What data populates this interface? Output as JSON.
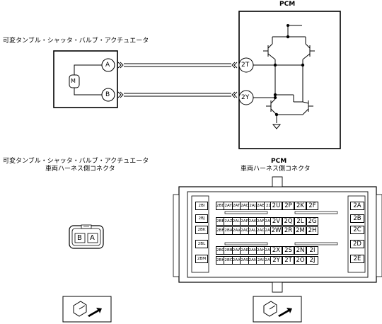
{
  "top": {
    "pcm_label": "PCM",
    "actuator_label": "可変タンブル・シャッタ・バルブ・アクチュエータ",
    "motor_symbol": "M",
    "actuator_pins": [
      "A",
      "B"
    ],
    "pcm_pins": [
      "2T",
      "2Y"
    ]
  },
  "bottom": {
    "actuator_label_line1": "可変タンブル・シャッタ・バルブ・アクチュエータ",
    "actuator_label_line2": "車両ハーネス側コネクタ",
    "pcm_label_line1": "PCM",
    "pcm_label_line2": "車両ハーネス側コネクタ",
    "small_connector_pins": [
      "B",
      "A"
    ],
    "pcm_connector": {
      "left_col": [
        "2BI",
        "2BJ",
        "2BK",
        "2BL",
        "2BM"
      ],
      "right_col": [
        "2A",
        "2B",
        "2C",
        "2D",
        "2E"
      ],
      "rows": [
        [
          "2BD",
          "2AY",
          "2AT",
          "2AO",
          "2AJ",
          "2AE",
          "2Z",
          "2U",
          "2P",
          "2K",
          "2F"
        ],
        [
          "2BE",
          "2AZ",
          "2AU",
          "2AP",
          "2AK",
          "2AF",
          "2AA",
          "2V",
          "2Q",
          "2L",
          "2G"
        ],
        [
          "2BF",
          "2BA",
          "2AV",
          "2AQ",
          "2AL",
          "2AG",
          "2AB",
          "2W",
          "2R",
          "2M",
          "2H"
        ],
        [
          "2BG",
          "2BB",
          "2AW",
          "2AR",
          "2AM",
          "2AH",
          "2AC",
          "2X",
          "2S",
          "2N",
          "2I"
        ],
        [
          "2BH",
          "2BC",
          "2AX",
          "2AS",
          "2AN",
          "2AI",
          "2AD",
          "2Y",
          "2T",
          "2O",
          "2J"
        ]
      ]
    }
  },
  "icons": [
    "connector-view-icon",
    "connector-view-icon"
  ]
}
